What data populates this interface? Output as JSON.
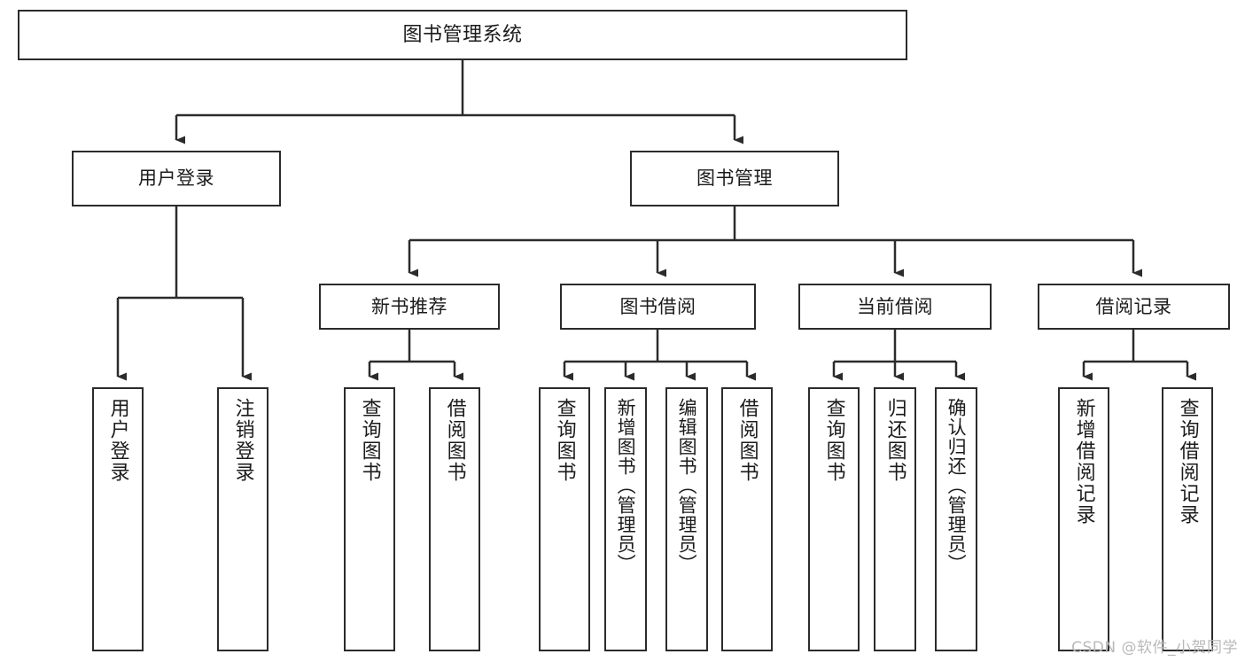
{
  "diagram": {
    "title": "图书管理系统",
    "type": "tree",
    "stroke_color": "#2b2b2b",
    "text_color": "#1b1b1b",
    "background_color": "#ffffff"
  },
  "nodes": {
    "root": {
      "label": "图书管理系统"
    },
    "level2": [
      {
        "id": "user-login",
        "label": "用户登录"
      },
      {
        "id": "book-manage",
        "label": "图书管理"
      }
    ],
    "level3": [
      {
        "id": "new-book-recommend",
        "label": "新书推荐"
      },
      {
        "id": "book-borrow",
        "label": "图书借阅"
      },
      {
        "id": "current-borrow",
        "label": "当前借阅"
      },
      {
        "id": "borrow-record",
        "label": "借阅记录"
      }
    ],
    "leaves": {
      "user_login": [
        {
          "id": "leaf-user-login",
          "label": "用户登录"
        },
        {
          "id": "leaf-logout-login",
          "label": "注销登录"
        }
      ],
      "new_book_recommend": [
        {
          "id": "leaf-query-book-1",
          "label": "查询图书"
        },
        {
          "id": "leaf-borrow-book-1",
          "label": "借阅图书"
        }
      ],
      "book_borrow": [
        {
          "id": "leaf-query-book-2",
          "label": "查询图书"
        },
        {
          "id": "leaf-add-book",
          "label": "新增图书（管理员）"
        },
        {
          "id": "leaf-edit-book",
          "label": "编辑图书（管理员）"
        },
        {
          "id": "leaf-borrow-book-2",
          "label": "借阅图书"
        }
      ],
      "current_borrow": [
        {
          "id": "leaf-query-book-3",
          "label": "查询图书"
        },
        {
          "id": "leaf-return-book",
          "label": "归还图书"
        },
        {
          "id": "leaf-confirm-return",
          "label": "确认归还（管理员）"
        }
      ],
      "borrow_record": [
        {
          "id": "leaf-add-record",
          "label": "新增借阅记录"
        },
        {
          "id": "leaf-query-record",
          "label": "查询借阅记录"
        }
      ]
    }
  },
  "watermark": {
    "text": "CSDN @软件_小贺同学"
  }
}
